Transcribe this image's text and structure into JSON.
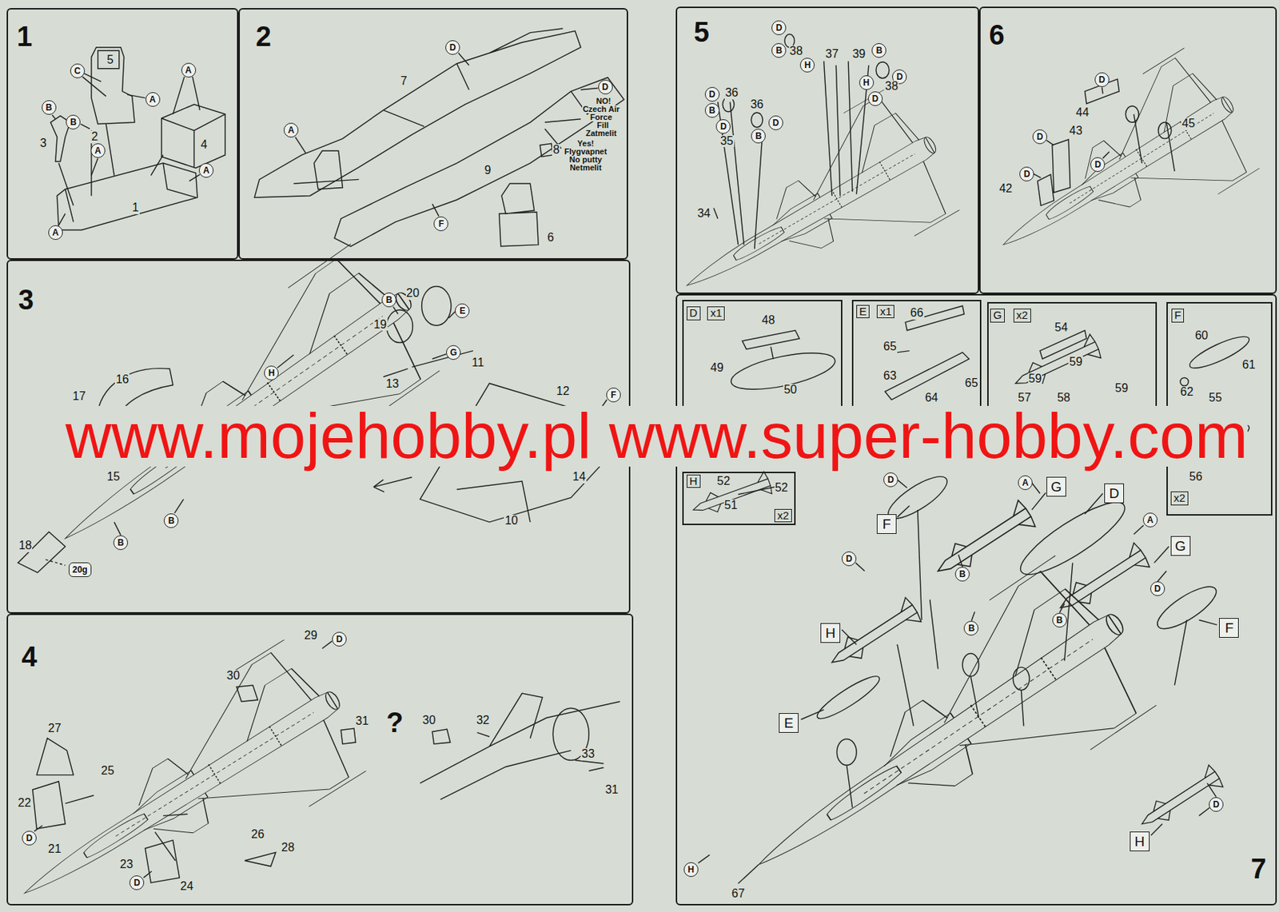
{
  "diagram": {
    "nodes": [
      {
        "text": [
          "1"
        ]
      },
      {
        "text": [
          "C"
        ],
        "in": 0
      },
      {
        "text": [
          "A"
        ],
        "in": 0
      },
      {
        "text": [
          "B"
        ],
        "in": 0
      },
      {
        "text": [
          "B"
        ],
        "in": 0
      },
      {
        "text": [
          "A"
        ],
        "in": 0
      },
      {
        "text": [
          "A"
        ],
        "in": 0
      },
      {
        "text": [
          "A"
        ],
        "in": 0
      },
      {
        "text": [
          "A"
        ],
        "in": 0
      },
      {
        "text": [
          "2"
        ]
      },
      {
        "text": [
          "D"
        ],
        "in": 9
      },
      {
        "text": [
          "D"
        ],
        "in": 9
      },
      {
        "text": [
          "A"
        ],
        "in": 9
      },
      {
        "text": [
          "F"
        ],
        "in": 9
      },
      {
        "text": [
          "3"
        ]
      },
      {
        "text": [
          "B"
        ],
        "in": 14
      },
      {
        "text": [
          "E"
        ],
        "in": 14
      },
      {
        "text": [
          "G"
        ],
        "in": 14
      },
      {
        "text": [
          "H"
        ],
        "in": 14
      },
      {
        "text": [
          "F"
        ],
        "in": 14
      },
      {
        "text": [
          "B"
        ],
        "in": 14
      },
      {
        "text": [
          "B"
        ],
        "in": 14
      },
      {
        "text": [
          "20g"
        ],
        "in": 14
      },
      {
        "text": [
          "4"
        ]
      },
      {
        "text": [
          "D"
        ],
        "in": 23
      },
      {
        "text": [
          "D"
        ],
        "in": 23
      },
      {
        "text": [
          "D"
        ],
        "in": 23
      },
      {
        "text": [
          "5"
        ]
      },
      {
        "text": [
          "D"
        ],
        "in": 27
      },
      {
        "text": [
          "B"
        ],
        "in": 27
      },
      {
        "text": [
          "D"
        ],
        "in": 27
      },
      {
        "text": [
          "B"
        ],
        "in": 27
      },
      {
        "text": [
          "D"
        ],
        "in": 27
      },
      {
        "text": [
          "B"
        ],
        "in": 27
      },
      {
        "text": [
          "D"
        ],
        "in": 27
      },
      {
        "text": [
          "H"
        ],
        "in": 27
      },
      {
        "text": [
          "B"
        ],
        "in": 27
      },
      {
        "text": [
          "D"
        ],
        "in": 27
      },
      {
        "text": [
          "H"
        ],
        "in": 27
      },
      {
        "text": [
          "D"
        ],
        "in": 27
      },
      {
        "text": [
          "6"
        ]
      },
      {
        "text": [
          "D"
        ],
        "in": 40
      },
      {
        "text": [
          "D"
        ],
        "in": 40
      },
      {
        "text": [
          "D"
        ],
        "in": 40
      },
      {
        "text": [
          "D"
        ],
        "in": 40
      },
      {
        "text": [
          "7"
        ]
      },
      {
        "text": [
          "D",
          "x1"
        ],
        "in": 45
      },
      {
        "text": [
          "E",
          "x1"
        ],
        "in": 45
      },
      {
        "text": [
          "G",
          "x2"
        ],
        "in": 45
      },
      {
        "text": [
          "F",
          "x2"
        ],
        "in": 45
      },
      {
        "text": [
          "H",
          "x2"
        ],
        "in": 45
      },
      {
        "text": [
          "D"
        ],
        "in": 45
      },
      {
        "text": [
          "A"
        ],
        "in": 45
      },
      {
        "text": [
          "A"
        ],
        "in": 45
      },
      {
        "text": [
          "D"
        ],
        "in": 45
      },
      {
        "text": [
          "B"
        ],
        "in": 45
      },
      {
        "text": [
          "D"
        ],
        "in": 45
      },
      {
        "text": [
          "B"
        ],
        "in": 45
      },
      {
        "text": [
          "B"
        ],
        "in": 45
      },
      {
        "text": [
          "D"
        ],
        "in": 45
      },
      {
        "text": [
          "H"
        ],
        "in": 45
      },
      {
        "text": [
          "G"
        ],
        "in": 45
      },
      {
        "text": [
          "D"
        ],
        "in": 45
      },
      {
        "text": [
          "F"
        ],
        "in": 45
      },
      {
        "text": [
          "G"
        ],
        "in": 45
      },
      {
        "text": [
          "H"
        ],
        "in": 45
      },
      {
        "text": [
          "F"
        ],
        "in": 45
      },
      {
        "text": [
          "E"
        ],
        "in": 45
      },
      {
        "text": [
          "H"
        ],
        "in": 45
      }
    ],
    "labels": [
      "5",
      "2",
      "3",
      "4",
      "1",
      "7",
      "NO!",
      "Czech Air",
      "Force",
      "Fill",
      "Zatmelit",
      "Yes!",
      "Flygvapnet",
      "No putty",
      "Netmelit",
      "8",
      "9",
      "6",
      "16",
      "17",
      "15",
      "18",
      "20",
      "19",
      "13",
      "11",
      "12",
      "14",
      "10",
      "29",
      "30",
      "31",
      "?",
      "30",
      "32",
      "33",
      "31",
      "27",
      "25",
      "22",
      "26",
      "28",
      "21",
      "23",
      "24",
      "38",
      "37",
      "39",
      "38",
      "36",
      "36",
      "35",
      "34",
      "44",
      "43",
      "45",
      "42",
      "48",
      "49",
      "50",
      "66",
      "65",
      "63",
      "65",
      "64",
      "54",
      "59",
      "59",
      "59",
      "57",
      "58",
      "60",
      "61",
      "62",
      "55",
      "56",
      "52",
      "52",
      "51",
      "67",
      "www.mojehobby.pl www.super-hobby.com"
    ]
  }
}
